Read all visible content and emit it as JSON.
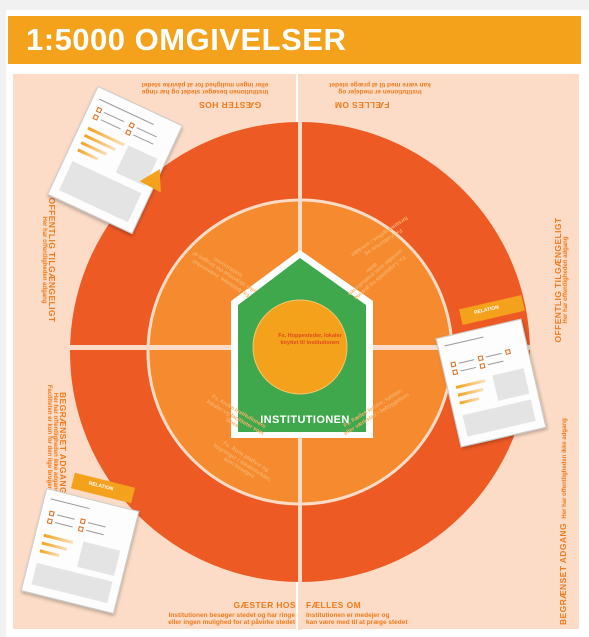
{
  "title": "1:5000 OMGIVELSER",
  "colors": {
    "title_bar": "#f4a11c",
    "background_quadrant": "#fcdcc6",
    "outer_ring": "#ee5a24",
    "inner_ring": "#f58a2e",
    "house": "#3fa84c",
    "center_circle": "#f4a11c",
    "text_orange": "#f07a1c"
  },
  "quadrants": {
    "bottom_left": {
      "heading": "GÆSTER HOS",
      "line1": "Institutionen besøger stedet og har ringe",
      "line2": "eller ingen mulighed for at påvirke stedet"
    },
    "bottom_right": {
      "heading": "FÆLLES OM",
      "line1": "Institutionen er medejer og",
      "line2": "kan være med til at præge stedet"
    },
    "top_left": {
      "heading": "GÆSTER HOS",
      "line1": "Institutionen besøger stedet og har ringe",
      "line2": "eller ingen mulighed for at påvirke stedet"
    },
    "top_right": {
      "heading": "FÆLLES OM",
      "line1": "Institutionen er medejer og",
      "line2": "kan være med til at præge stedet"
    }
  },
  "sides": {
    "left_upper": {
      "heading": "OFFENTLIG TILGÆNGELIGT",
      "sub": "Her har offentligheden adgang"
    },
    "left_lower": {
      "heading": "BEGRÆNSET ADGANG",
      "sub1": "Her har offentligheden ikke adgang",
      "sub2": "Faciliteten er kun for den lige brugertype"
    },
    "right_upper": {
      "heading": "OFFENTLIG TILGÆNGELIGT",
      "sub": "Her har offentligheden adgang"
    },
    "right_lower": {
      "heading": "BEGRÆNSET ADGANG",
      "sub": "Her har offentligheden ikke adgang"
    }
  },
  "inner_notes": {
    "top_left": "Fx. Bibliotek, svømmehal eller idrætshal der bruges af institutionen",
    "top_right": "Fx. Legeplads og grønne områder som institutionen deler",
    "bottom_left": "Fx. Andre institutioners lokaler og faciliteter som lånes",
    "bottom_right": "Fx. Fælles lokaler, køkken eller værksted i bebyggelsen"
  },
  "outer_notes": {
    "bottom_left": "Fx. Åbne pladser og bygninger i lokalområdet, som besøges",
    "top_right": "Fx. Kulturhus og forsamlingshus i området"
  },
  "core": {
    "label": "INSTITUTIONEN",
    "circle_text": "Fx. Hoppesteder, lokaler knyttet til institutionen"
  },
  "cards": {
    "tab_label": "RELATION"
  }
}
